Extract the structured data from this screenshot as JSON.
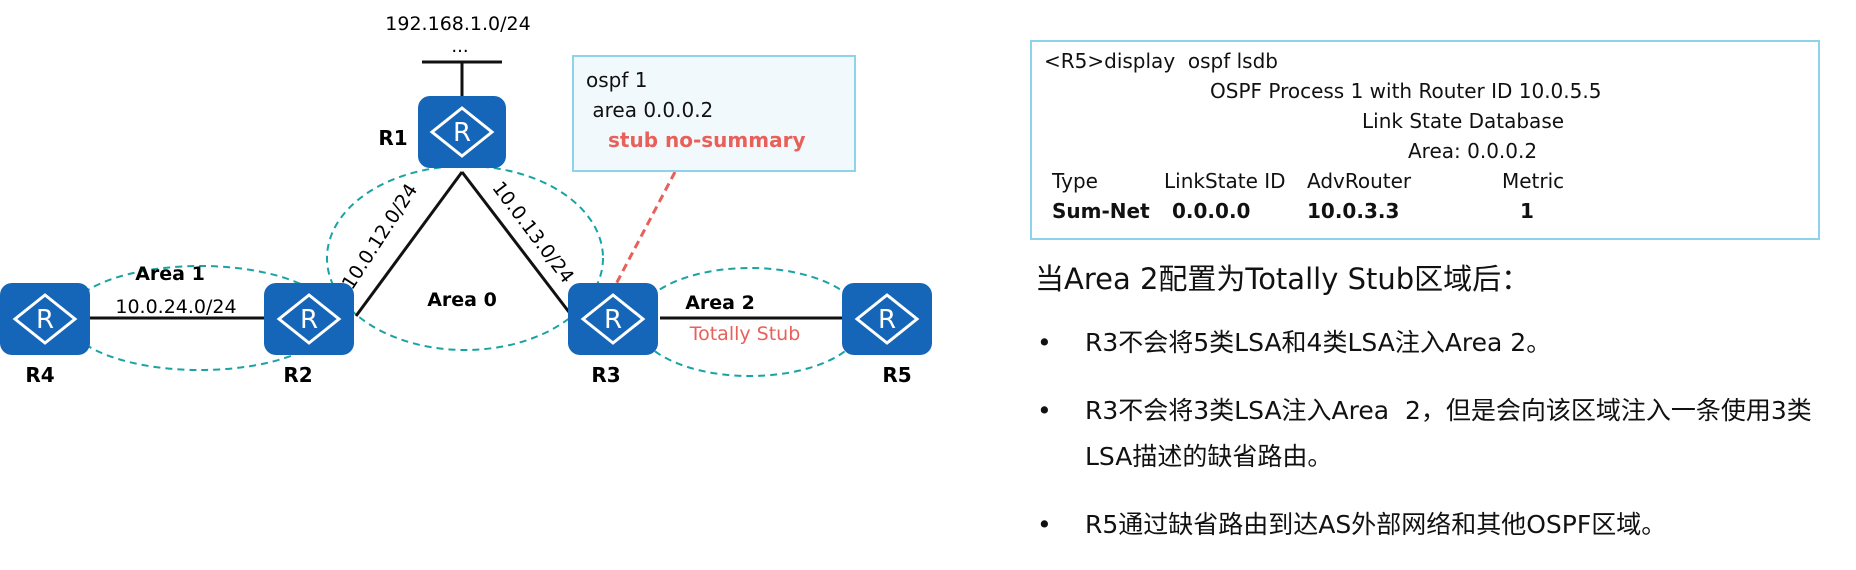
{
  "topology": {
    "top_network": "192.168.1.0/24",
    "top_network_ellipsis": "...",
    "routers": {
      "r1": "R1",
      "r2": "R2",
      "r3": "R3",
      "r4": "R4",
      "r5": "R5"
    },
    "router_icon_glyph": "R",
    "links": {
      "r4_r2": "10.0.24.0/24",
      "r1_r2": "10.0.12.0/24",
      "r1_r3": "10.0.13.0/24"
    },
    "areas": {
      "area1": "Area 1",
      "area0": "Area 0",
      "area2": "Area 2",
      "area2_type": "Totally Stub"
    }
  },
  "config_box": {
    "line1": "ospf 1",
    "line2": " area 0.0.0.2",
    "line3": "stub no-summary"
  },
  "lsdb": {
    "command": "<R5>display  ospf lsdb",
    "process": "OSPF Process 1 with Router ID 10.0.5.5",
    "title": "Link State Database",
    "area": "Area: 0.0.0.2",
    "headers": [
      "Type",
      "LinkState ID",
      "AdvRouter",
      "Metric"
    ],
    "row": [
      "Sum-Net",
      "0.0.0.0",
      "10.0.3.3",
      "1"
    ]
  },
  "explanation": {
    "heading": "当Area 2配置为Totally Stub区域后：",
    "bullet_char": "•",
    "items": [
      "R3不会将5类LSA和4类LSA注入Area 2。",
      "R3不会将3类LSA注入Area  2，但是会向该区域注入一条使用3类LSA描述的缺省路由。",
      "R5通过缺省路由到达AS外部网络和其他OSPF区域。"
    ]
  },
  "colors": {
    "router": "#1565b8",
    "area_outline": "#1aa3a3",
    "accent_red": "#e8605a",
    "box_border": "#8dd3ec"
  }
}
